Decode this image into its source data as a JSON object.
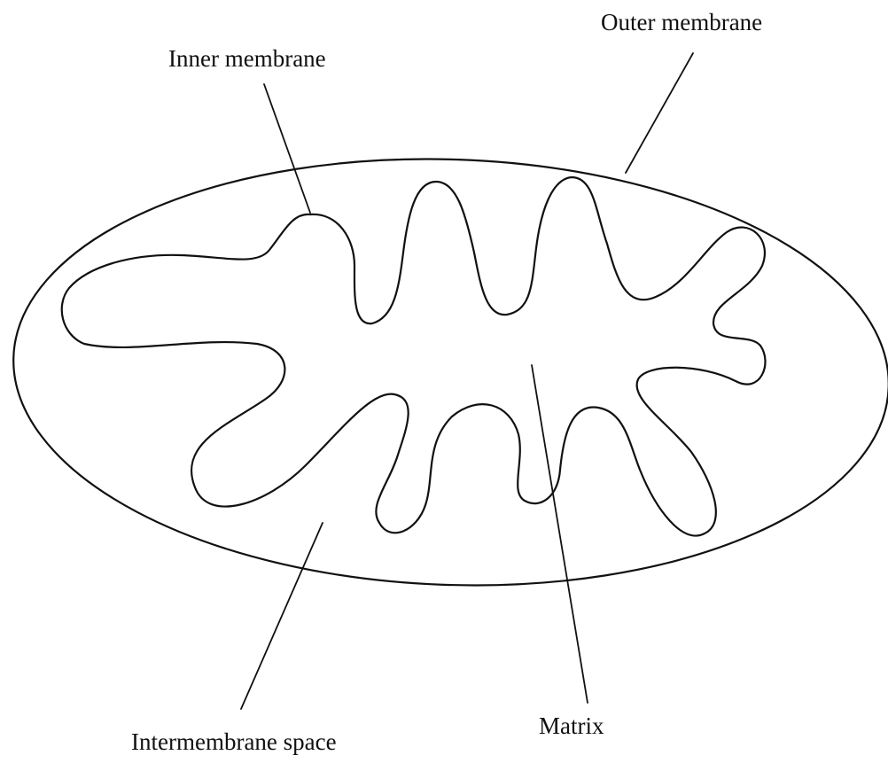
{
  "labels": {
    "outer_membrane": "Outer membrane",
    "inner_membrane": "Inner membrane",
    "matrix": "Matrix",
    "intermembrane_space": "Intermembrane space"
  },
  "colors": {
    "line": "#111111",
    "background": "#ffffff"
  }
}
